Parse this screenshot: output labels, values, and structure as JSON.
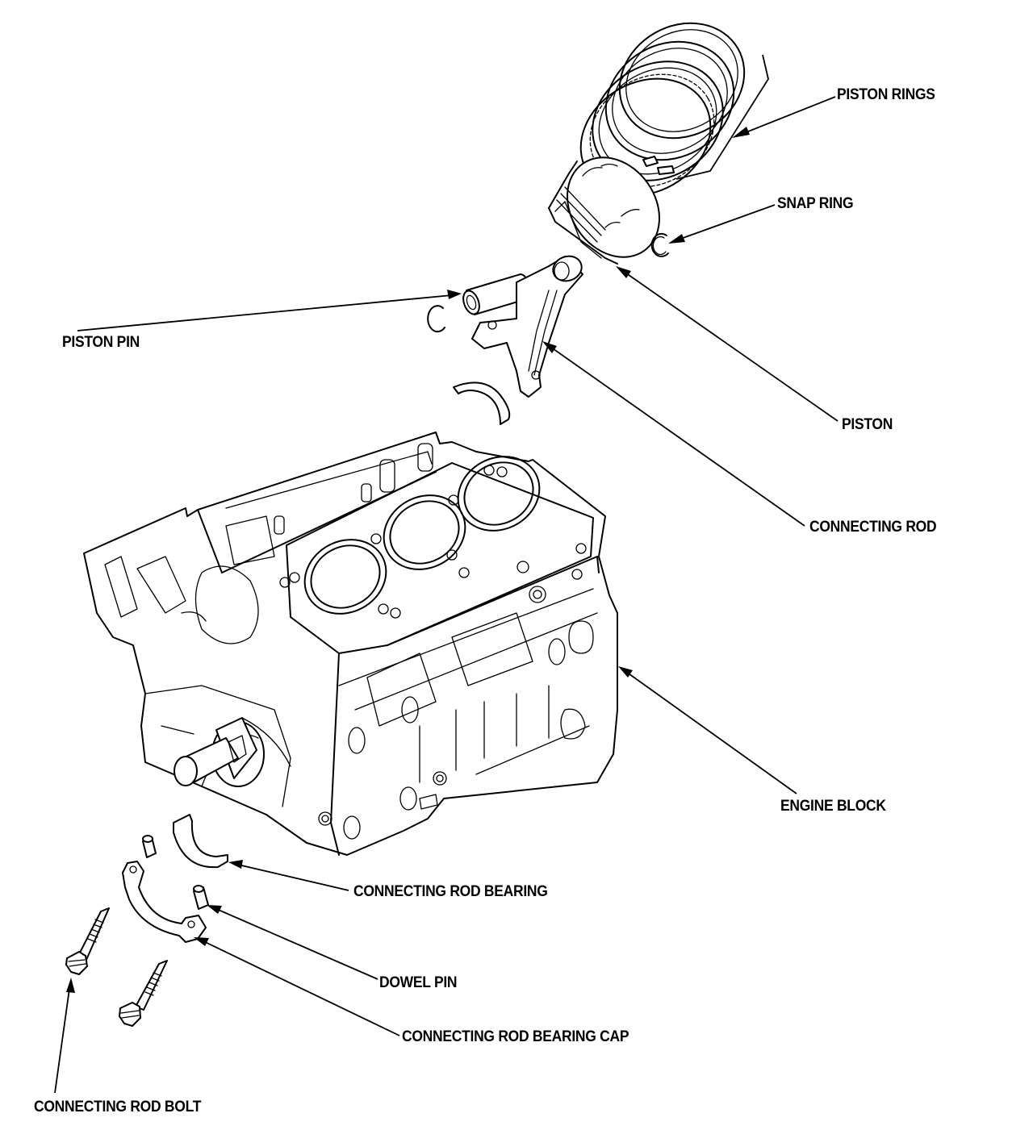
{
  "diagram": {
    "type": "exploded-view parts diagram",
    "subject": "Engine block and piston/connecting rod assembly",
    "ink_color": "#000000",
    "background_color": "#ffffff",
    "labels": {
      "piston_rings": "PISTON RINGS",
      "snap_ring": "SNAP RING",
      "piston_pin": "PISTON PIN",
      "piston": "PISTON",
      "connecting_rod": "CONNECTING ROD",
      "engine_block": "ENGINE BLOCK",
      "connecting_rod_bearing": "CONNECTING ROD BEARING",
      "dowel_pin": "DOWEL PIN",
      "connecting_rod_bearing_cap": "CONNECTING ROD BEARING CAP",
      "connecting_rod_bolt": "CONNECTING ROD BOLT"
    },
    "parts": [
      "piston-rings",
      "piston",
      "snap-ring",
      "piston-pin",
      "connecting-rod",
      "upper-connecting-rod-bearing",
      "engine-block",
      "connecting-rod-bearing",
      "dowel-pin",
      "connecting-rod-bearing-cap",
      "connecting-rod-bolt"
    ]
  }
}
